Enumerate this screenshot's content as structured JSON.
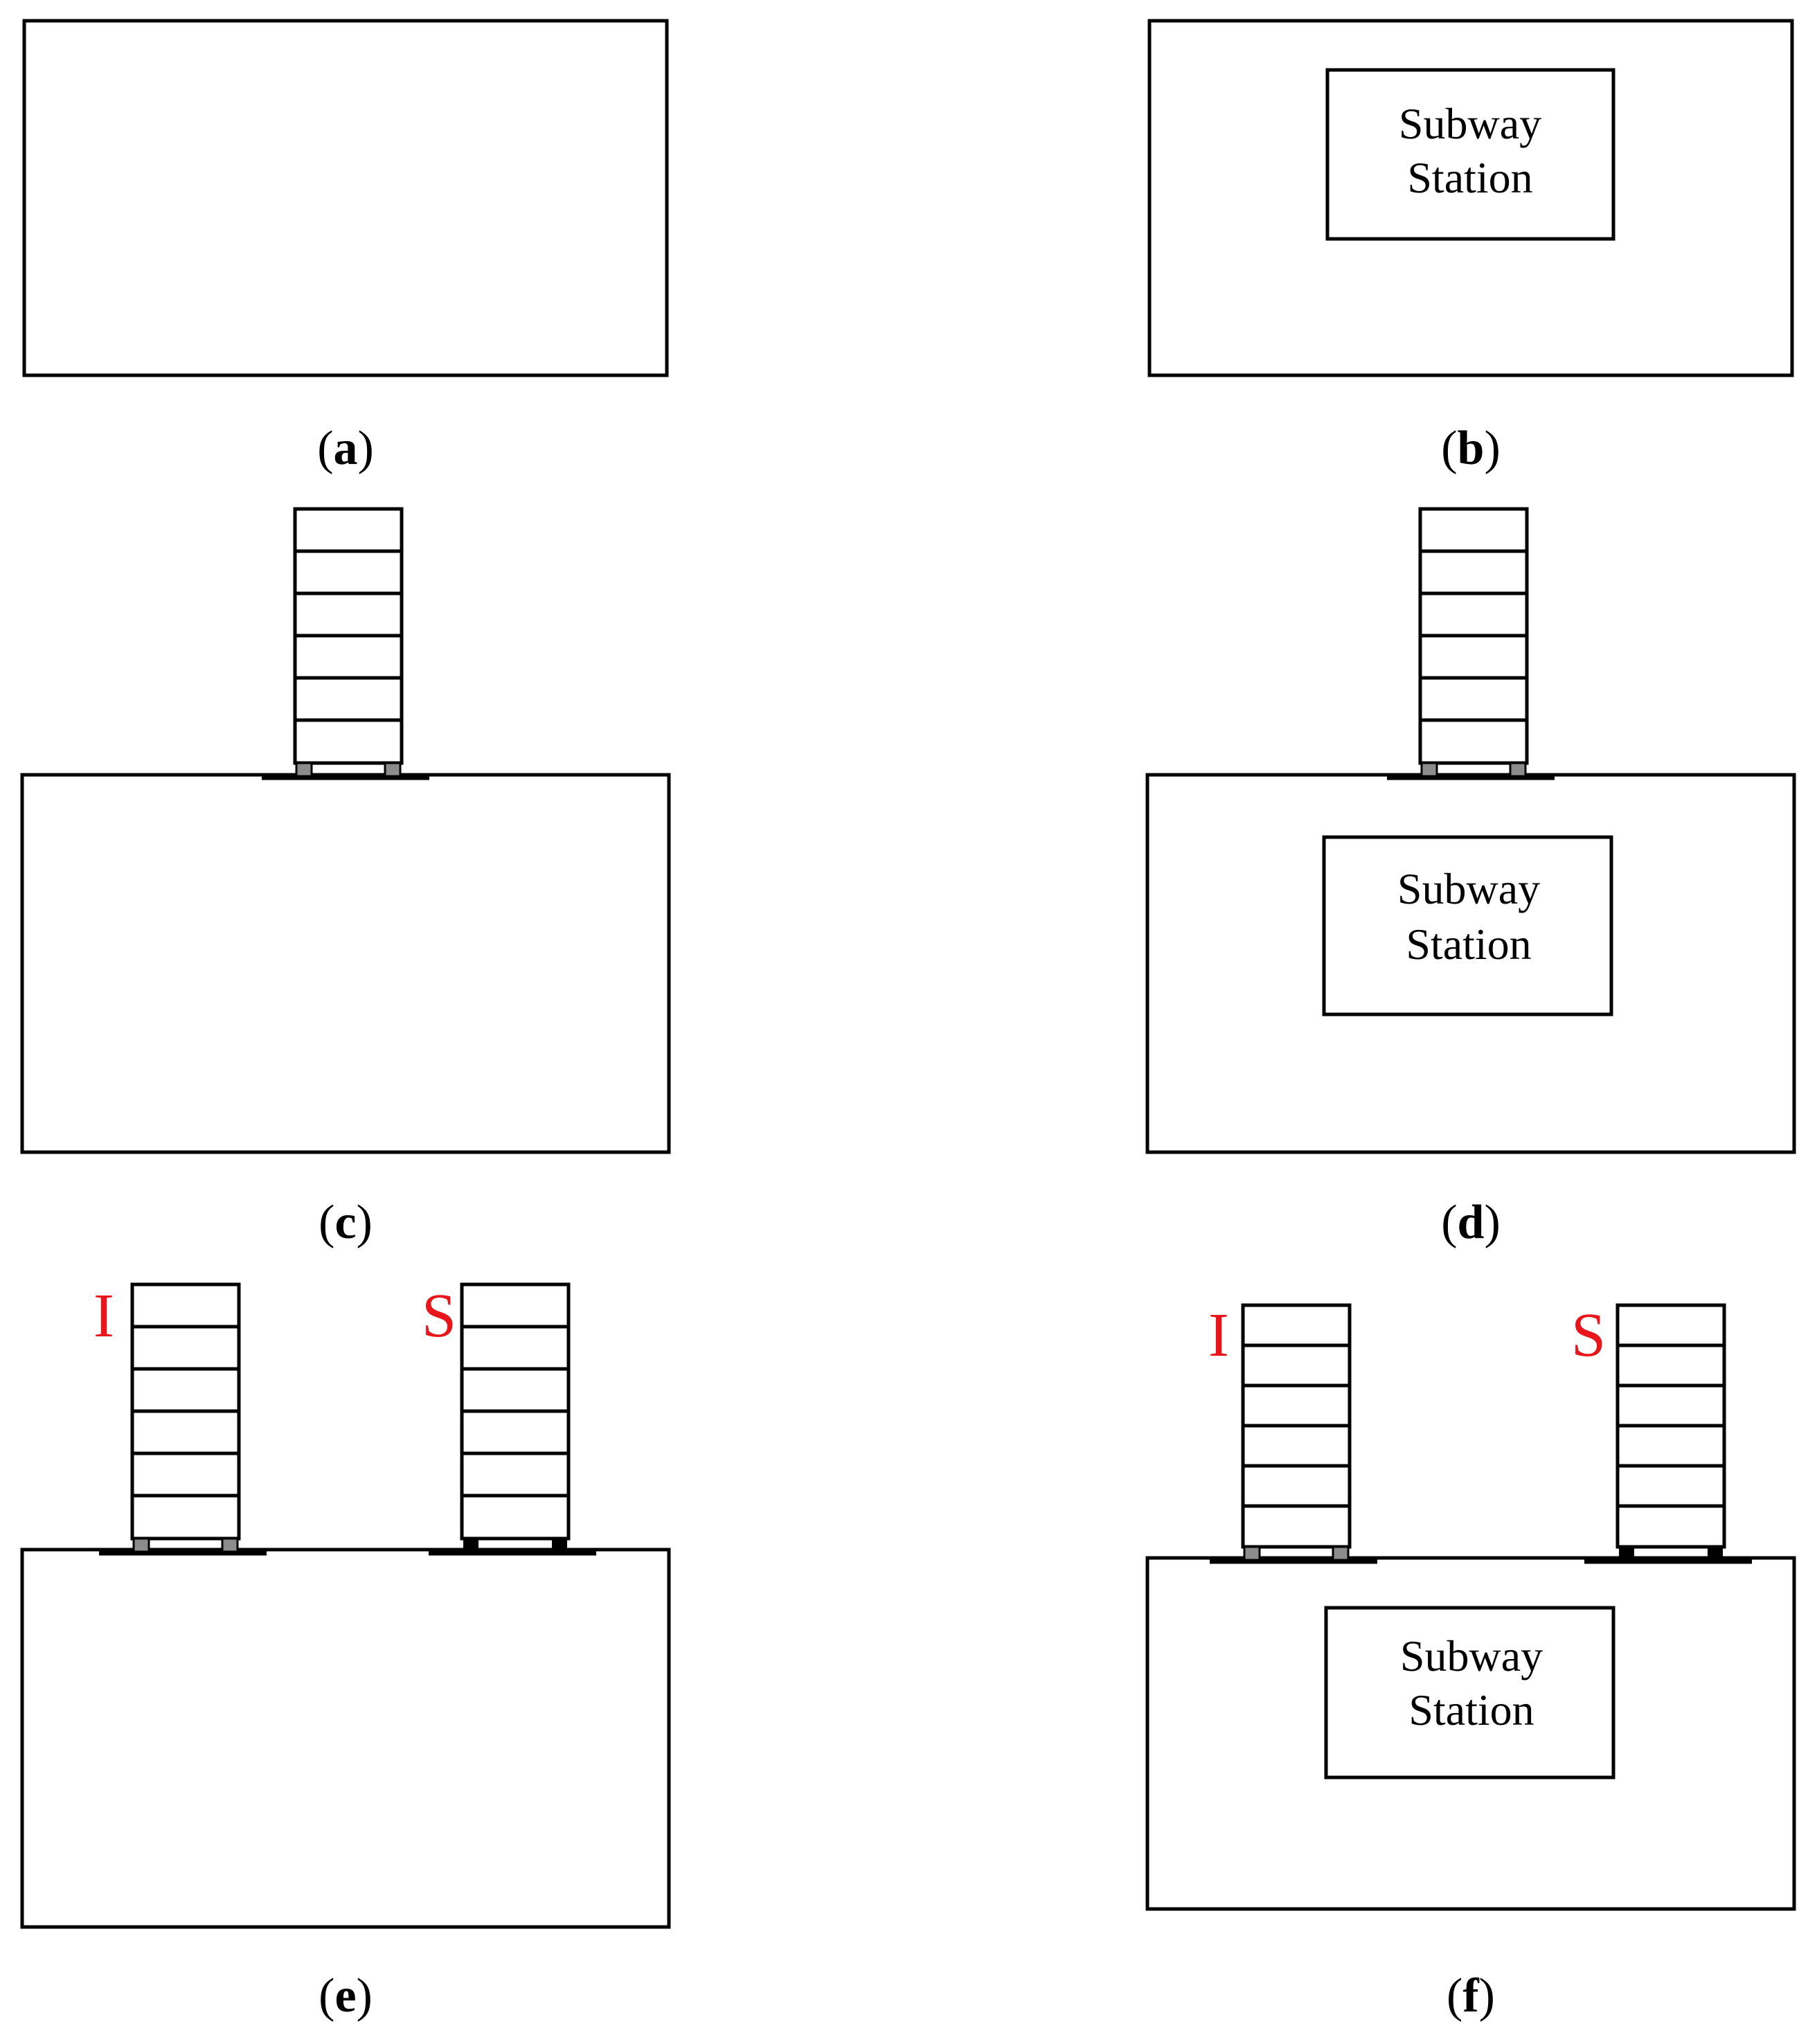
{
  "panels": [
    {
      "id": "a",
      "caption_open": "(",
      "caption_letter": "a",
      "caption_close": ")",
      "has_station": false,
      "buildings": []
    },
    {
      "id": "b",
      "caption_open": "(",
      "caption_letter": "b",
      "caption_close": ")",
      "has_station": true,
      "station_line1": "Subway",
      "station_line2": "Station",
      "buildings": []
    },
    {
      "id": "c",
      "caption_open": "(",
      "caption_letter": "c",
      "caption_close": ")",
      "has_station": false,
      "buildings": [
        {
          "label": "",
          "storeys": 6,
          "base": "gray"
        }
      ]
    },
    {
      "id": "d",
      "caption_open": "(",
      "caption_letter": "d",
      "caption_close": ")",
      "has_station": true,
      "station_line1": "Subway",
      "station_line2": "Station",
      "buildings": [
        {
          "label": "",
          "storeys": 6,
          "base": "gray"
        }
      ]
    },
    {
      "id": "e",
      "caption_open": "(",
      "caption_letter": "e",
      "caption_close": ")",
      "has_station": false,
      "buildings": [
        {
          "label": "I",
          "storeys": 6,
          "base": "gray"
        },
        {
          "label": "S",
          "storeys": 6,
          "base": "black"
        }
      ]
    },
    {
      "id": "f",
      "caption_open": "(",
      "caption_letter": "f",
      "caption_close": ")",
      "has_station": true,
      "station_line1": "Subway",
      "station_line2": "Station",
      "buildings": [
        {
          "label": "I",
          "storeys": 6,
          "base": "gray"
        },
        {
          "label": "S",
          "storeys": 6,
          "base": "black"
        }
      ]
    }
  ],
  "colors": {
    "label": "#e8161b",
    "isolator_gray": "#8c8c8c",
    "isolator_black": "#000000",
    "line": "#000000"
  }
}
